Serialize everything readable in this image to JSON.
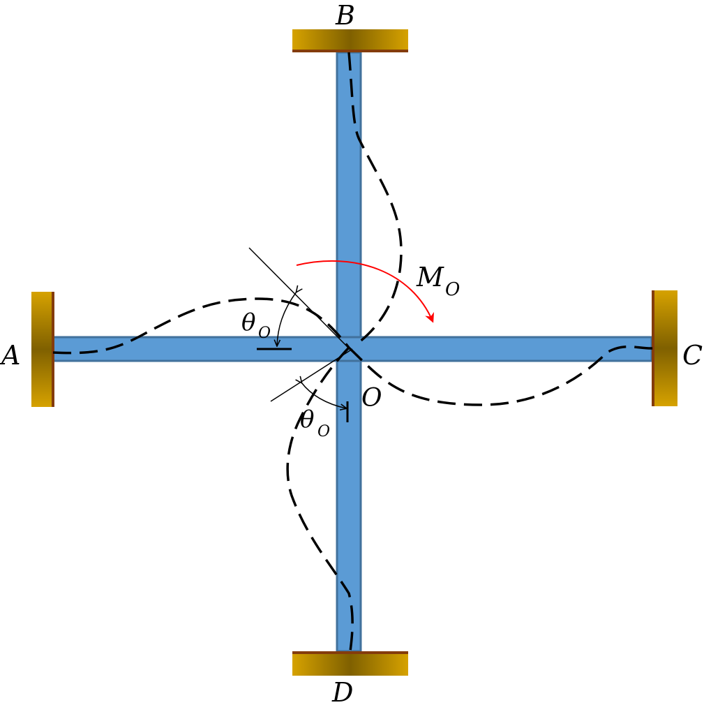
{
  "labels": {
    "a": "A",
    "b": "B",
    "c": "C",
    "d": "D",
    "o": "O",
    "moment_main": "M",
    "moment_sub": "O",
    "theta1_main": "θ",
    "theta1_sub": "O",
    "theta2_main": "θ",
    "theta2_sub": "O"
  },
  "colors": {
    "beam_fill": "#5b9bd5",
    "beam_edge": "#41719c",
    "support_fill": "#d6a200",
    "support_dark": "#7f6000",
    "support_edge": "#843c0c",
    "moment_arrow": "#ff0000",
    "deflection": "#000000"
  }
}
